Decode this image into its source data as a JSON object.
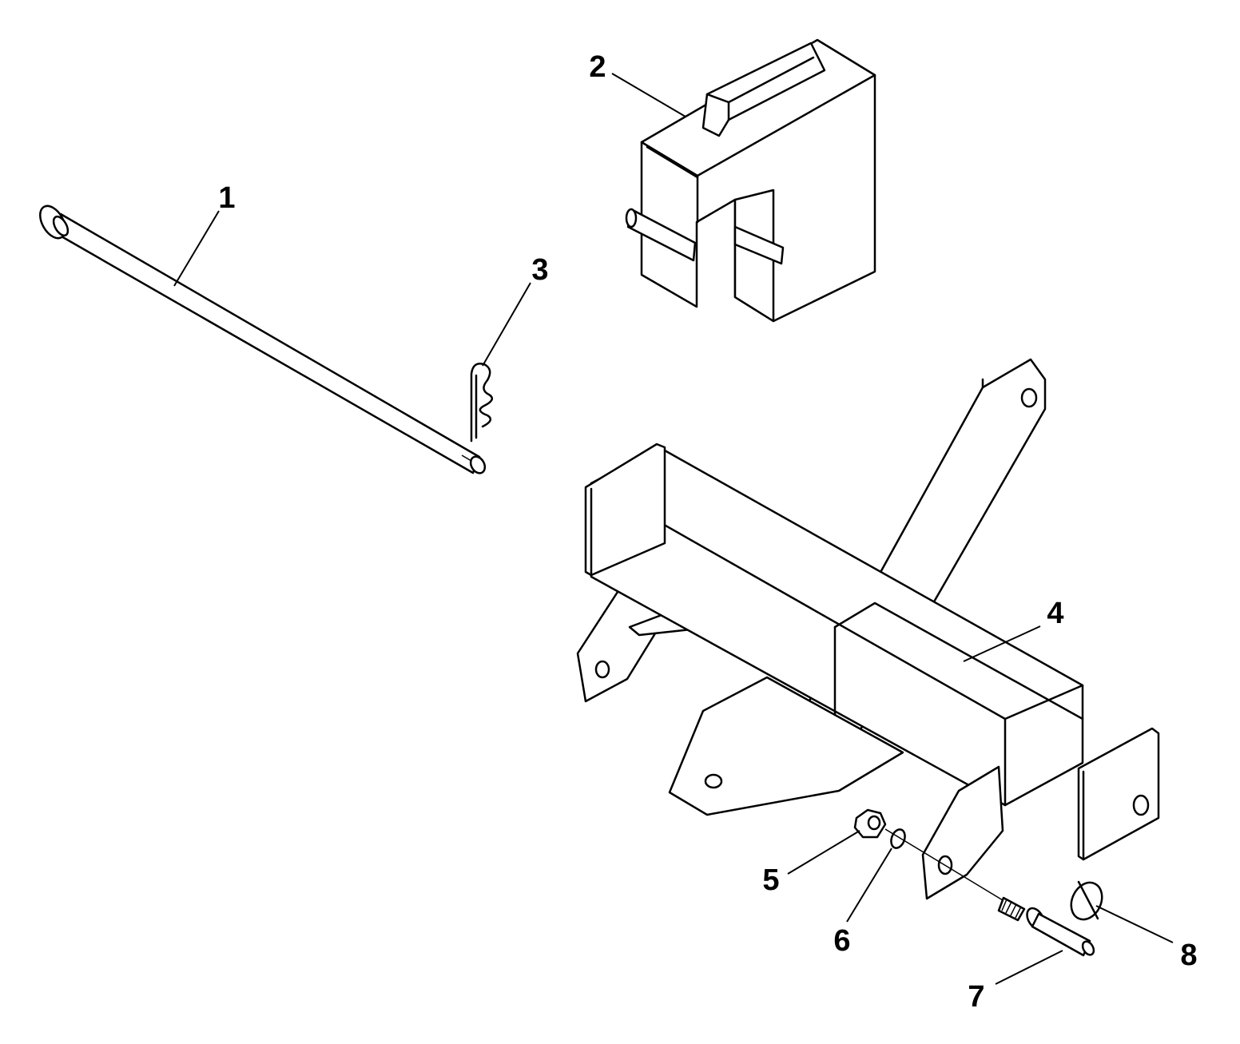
{
  "callouts": [
    {
      "id": "callout-1",
      "label": "1"
    },
    {
      "id": "callout-2",
      "label": "2"
    },
    {
      "id": "callout-3",
      "label": "3"
    },
    {
      "id": "callout-4",
      "label": "4"
    },
    {
      "id": "callout-5",
      "label": "5"
    },
    {
      "id": "callout-6",
      "label": "6"
    },
    {
      "id": "callout-7",
      "label": "7"
    },
    {
      "id": "callout-8",
      "label": "8"
    }
  ]
}
